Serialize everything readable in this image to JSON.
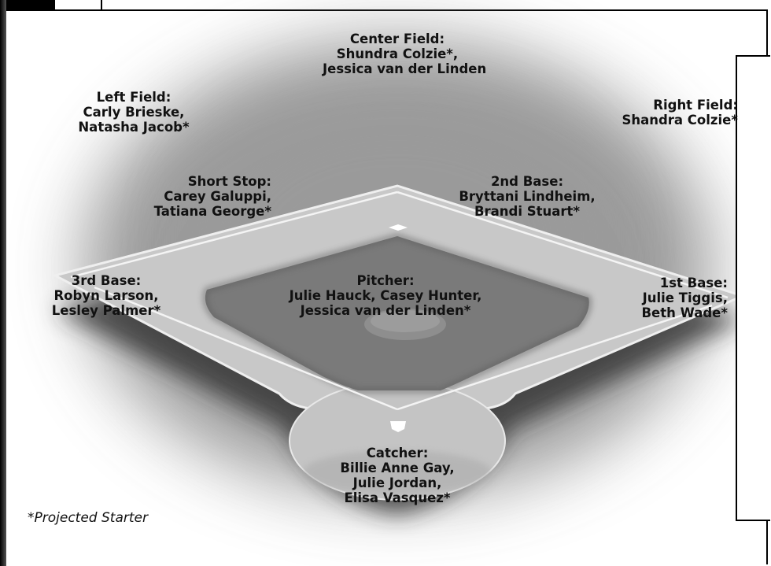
{
  "positions": {
    "center_field": {
      "title": "Center Field:",
      "players": [
        "Shundra Colzie*,",
        "Jessica van der Linden"
      ]
    },
    "left_field": {
      "title": "Left Field:",
      "players": [
        "Carly Brieske,",
        "Natasha Jacob*"
      ]
    },
    "right_field": {
      "title": "Right Field:",
      "players": [
        "Shandra Colzie*"
      ]
    },
    "short_stop": {
      "title": "Short Stop:",
      "players": [
        "Carey Galuppi,",
        "Tatiana George*"
      ]
    },
    "second_base": {
      "title": "2nd Base:",
      "players": [
        "Bryttani Lindheim,",
        "Brandi Stuart*"
      ]
    },
    "third_base": {
      "title": "3rd Base:",
      "players": [
        "Robyn Larson,",
        "Lesley Palmer*"
      ]
    },
    "pitcher": {
      "title": "Pitcher:",
      "players": [
        "Julie Hauck, Casey Hunter,",
        "Jessica van der Linden*"
      ]
    },
    "first_base": {
      "title": "1st Base:",
      "players": [
        "Julie Tiggis,",
        "Beth Wade*"
      ]
    },
    "catcher": {
      "title": "Catcher:",
      "players": [
        "Billie Anne Gay,",
        "Julie Jordan,",
        "Elisa Vasquez*"
      ]
    }
  },
  "footnote": "*Projected Starter",
  "colors": {
    "infield": "#bdbdbd",
    "dirt": "#777777",
    "lines": "#f2f2f2",
    "text": "#111111"
  }
}
